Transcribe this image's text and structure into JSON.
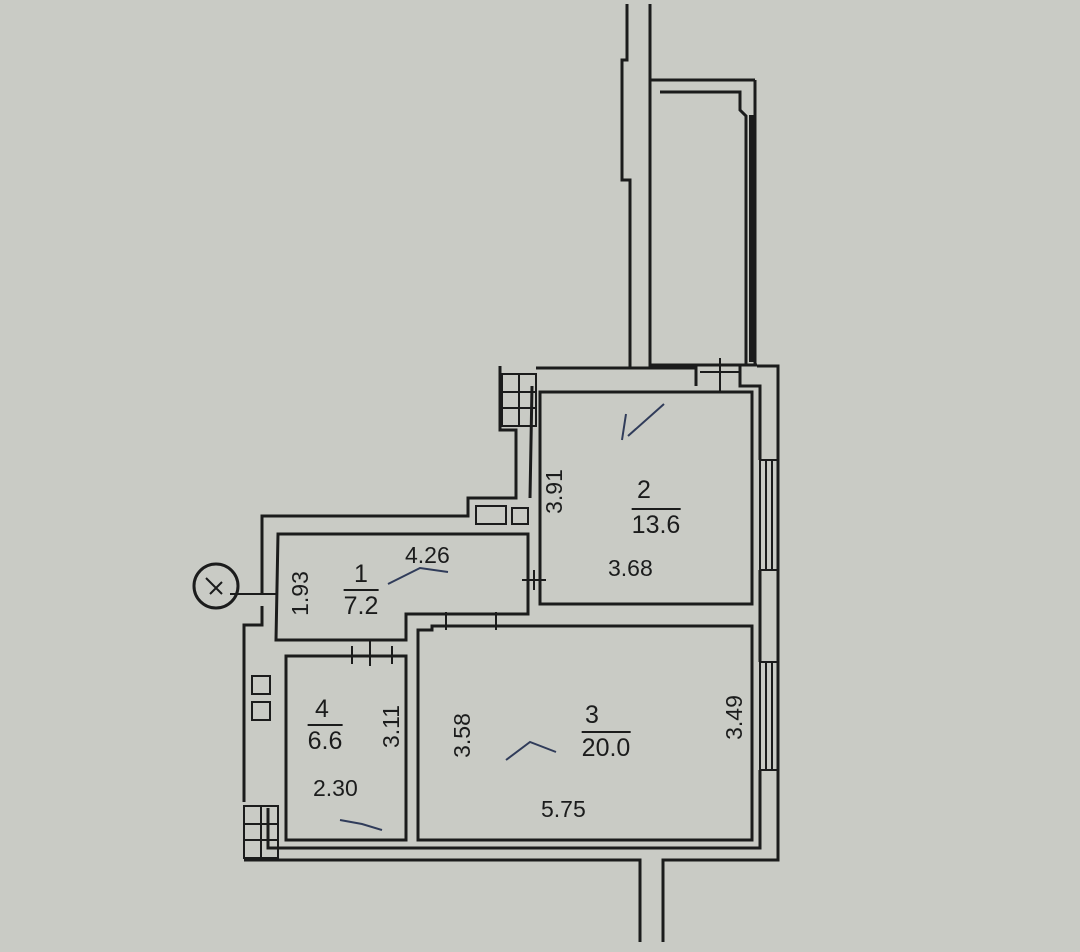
{
  "rooms": [
    {
      "number": "1",
      "area": "7.2",
      "dims": [
        "4.26",
        "1.93"
      ]
    },
    {
      "number": "2",
      "area": "13.6",
      "dims": [
        "3.91",
        "3.68"
      ]
    },
    {
      "number": "3",
      "area": "20.0",
      "dims": [
        "3.58",
        "3.49",
        "5.75"
      ]
    },
    {
      "number": "4",
      "area": "6.6",
      "dims": [
        "3.11",
        "2.30"
      ]
    }
  ],
  "colors": {
    "paper": "#c9cbc5",
    "wall": "#1b1c1c",
    "wall_fill": "#d6d7d1"
  }
}
